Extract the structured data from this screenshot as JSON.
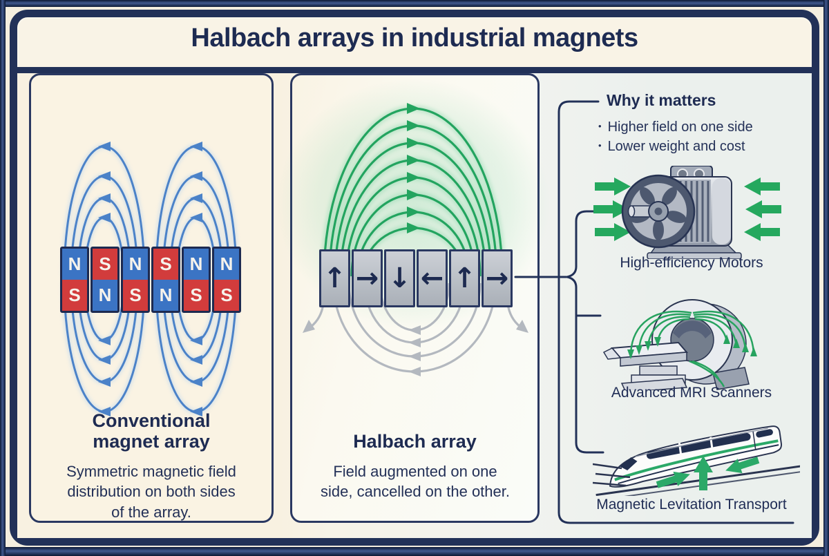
{
  "title": "Halbach arrays in industrial magnets",
  "conventional": {
    "heading_lines": [
      "Conventional",
      "magnet array"
    ],
    "description_lines": [
      "Symmetric magnetic field",
      "distribution on both sides",
      "of the array."
    ],
    "magnets": [
      {
        "top": "N",
        "bottom": "S"
      },
      {
        "top": "S",
        "bottom": "N"
      },
      {
        "top": "N",
        "bottom": "S"
      },
      {
        "top": "S",
        "bottom": "N"
      },
      {
        "top": "N",
        "bottom": "S"
      },
      {
        "top": "N",
        "bottom": "S"
      }
    ]
  },
  "halbach": {
    "heading_lines": [
      "Halbach array"
    ],
    "description_lines": [
      "Field augmented on one",
      "side, cancelled on the other."
    ],
    "arrows": [
      "↑",
      "→",
      "↓",
      "←",
      "↑",
      "→"
    ]
  },
  "why": {
    "heading": "Why it matters",
    "bullets": [
      "Higher field on one side",
      "Lower weight and cost"
    ]
  },
  "applications": [
    {
      "label": "High-efficiency Motors"
    },
    {
      "label": "Advanced MRI Scanners"
    },
    {
      "label": "Magnetic Levitation Transport"
    }
  ],
  "colors": {
    "navy": "#1e2b52",
    "frame_navy": "#223158",
    "cream": "#f8f1e1",
    "cool_panel": "#ebf0ed",
    "field_blue": "#4b82c8",
    "field_green": "#23a45f",
    "field_gray": "#b3b8bf",
    "magnet_blue": "#3b74c4",
    "magnet_red": "#d23c3c",
    "block_gray": "#b9bec6"
  }
}
